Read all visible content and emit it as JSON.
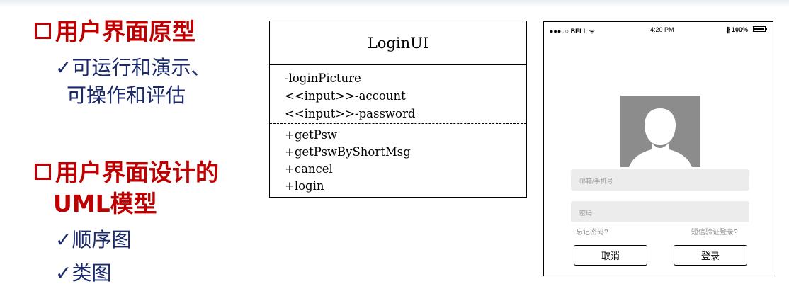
{
  "left": {
    "heading1": "用户界面原型",
    "heading1_items": [
      "可运行和演示、",
      "可操作和评估"
    ],
    "heading2_line1": "用户界面设计的",
    "heading2_line2": "UML模型",
    "heading2_items": [
      "顺序图",
      "类图"
    ],
    "check_mark": "✓"
  },
  "uml_class": {
    "name": "LoginUI",
    "attributes": [
      "-loginPicture",
      "<<input>>-account",
      "<<input>>-password"
    ],
    "operations": [
      "+getPsw",
      "+getPswByShortMsg",
      "+cancel",
      "+login"
    ]
  },
  "phone": {
    "status": {
      "carrier": "●●●○○ BELL ᯤ",
      "time": "4:20 PM",
      "battery": "∦ 100%"
    },
    "avatar_icon": "user-silhouette-icon",
    "account_placeholder": "邮箱/手机号",
    "password_placeholder": "密码",
    "forgot_link": "忘记密码?",
    "sms_login_link": "短信验证登录?",
    "cancel_button": "取消",
    "login_button": "登录"
  },
  "colors": {
    "heading": "#c00000",
    "body_text": "#1a2a6c"
  }
}
